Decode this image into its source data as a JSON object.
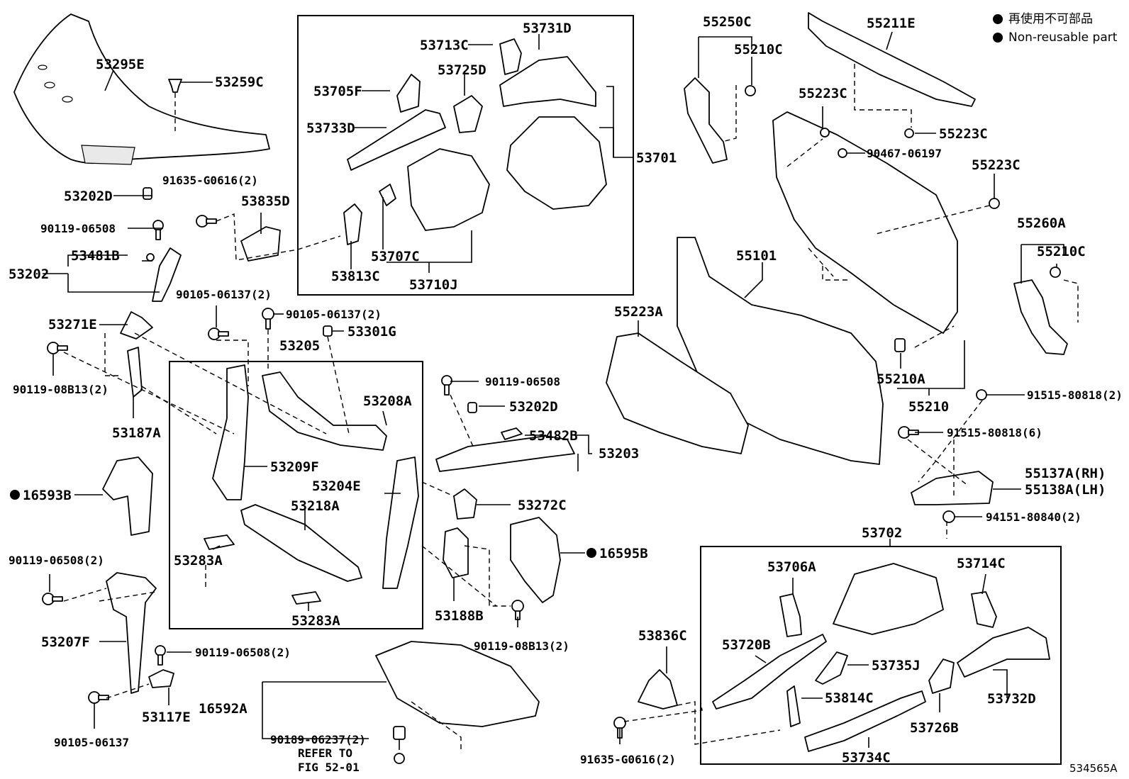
{
  "legend": {
    "line1": "再使用不可部品",
    "line2": "Non-reusable part"
  },
  "figure_code": "534565A",
  "reference": {
    "line1": "REFER TO",
    "line2": "FIG 52-01"
  },
  "labels": {
    "p53295E": "53295E",
    "p53259C": "53259C",
    "p91635G0616_2": "91635-G0616(2)",
    "p53202D_a": "53202D",
    "p53835D": "53835D",
    "p90119_06508_a": "90119-06508",
    "p53202": "53202",
    "p53481B": "53481B",
    "p90105_06137_2a": "90105-06137(2)",
    "p90105_06137_2b": "90105-06137(2)",
    "p53301G": "53301G",
    "p53271E": "53271E",
    "p53205": "53205",
    "p90119_08B13_2a": "90119-08B13(2)",
    "p53187A": "53187A",
    "p53208A": "53208A",
    "p53209F": "53209F",
    "p53204E": "53204E",
    "p53218A": "53218A",
    "p53283A_a": "53283A",
    "p53283A_b": "53283A",
    "p16593B": "16593B",
    "p90119_06508_2a": "90119-06508(2)",
    "p53207F": "53207F",
    "p90119_06508_2b": "90119-06508(2)",
    "p53117E": "53117E",
    "p90105_06137": "90105-06137",
    "p16592A": "16592A",
    "p90189_06237_2": "90189-06237(2)",
    "p53713C": "53713C",
    "p53731D": "53731D",
    "p53725D": "53725D",
    "p53705F": "53705F",
    "p53733D": "53733D",
    "p53701": "53701",
    "p53707C": "53707C",
    "p53813C": "53813C",
    "p53710J": "53710J",
    "p90119_06508_b": "90119-06508",
    "p53202D_b": "53202D",
    "p53482B": "53482B",
    "p53203": "53203",
    "p53272C": "53272C",
    "p16595B": "16595B",
    "p53188B": "53188B",
    "p90119_08B13_2b": "90119-08B13(2)",
    "p55250C": "55250C",
    "p55210C_a": "55210C",
    "p55211E": "55211E",
    "p55223C_a": "55223C",
    "p55223C_b": "55223C",
    "p90467_06197": "90467-06197",
    "p55223C_c": "55223C",
    "p55260A": "55260A",
    "p55210C_b": "55210C",
    "p55101": "55101",
    "p55223A": "55223A",
    "p55210A": "55210A",
    "p55210": "55210",
    "p91515_80818_2": "91515-80818(2)",
    "p91515_80818_6": "91515-80818(6)",
    "p55137A": "55137A(RH)",
    "p55138A": "55138A(LH)",
    "p94151_80840_2": "94151-80840(2)",
    "p53702": "53702",
    "p53706A": "53706A",
    "p53714C": "53714C",
    "p53836C": "53836C",
    "p53720B": "53720B",
    "p53735J": "53735J",
    "p53814C": "53814C",
    "p53732D": "53732D",
    "p53726B": "53726B",
    "p53734C": "53734C",
    "p91635G0616_2b": "91635-G0616(2)"
  }
}
